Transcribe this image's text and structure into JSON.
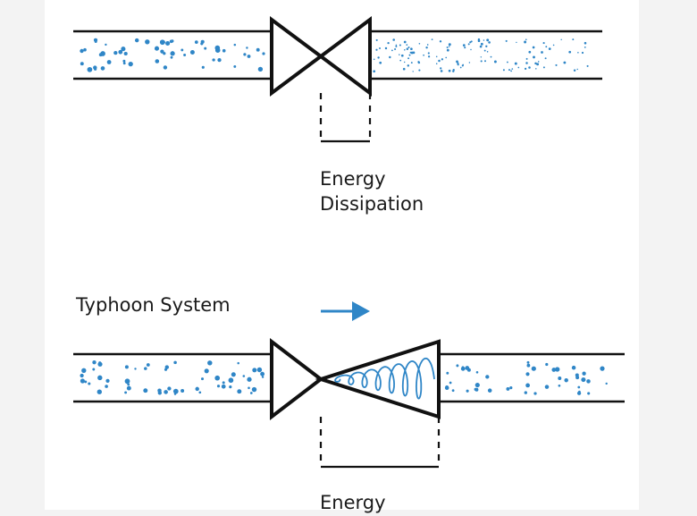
{
  "diagram": {
    "top_label": {
      "line1": "Energy",
      "line2": "Dissipation"
    },
    "system_label": "Typhoon System",
    "bottom_label": {
      "line1": "Energy"
    },
    "colors": {
      "line": "#111111",
      "dots": "#2f86c7",
      "arrow": "#2f86c7",
      "background": "#ffffff",
      "margin": "#f3f3f3"
    }
  }
}
